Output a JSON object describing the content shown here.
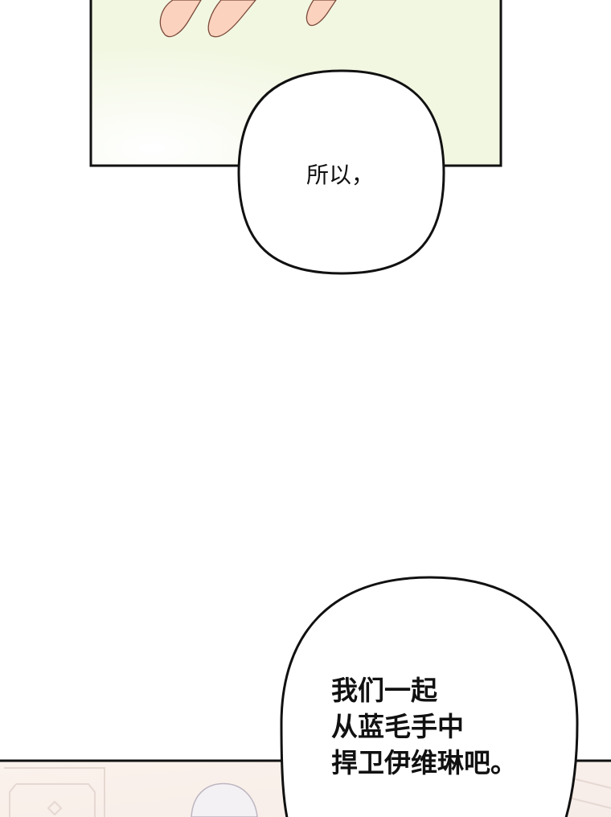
{
  "panels": [
    {
      "bubble_text": "所以，"
    },
    {
      "bubble_lines": [
        "我们一起",
        "从蓝毛手中",
        "捍卫伊维琳吧。"
      ]
    }
  ],
  "colors": {
    "panel1_bg": "#f2f7e2",
    "skin": "#fbd2bd",
    "panel2_bg": "#fbf0ea",
    "ink": "#111111"
  }
}
